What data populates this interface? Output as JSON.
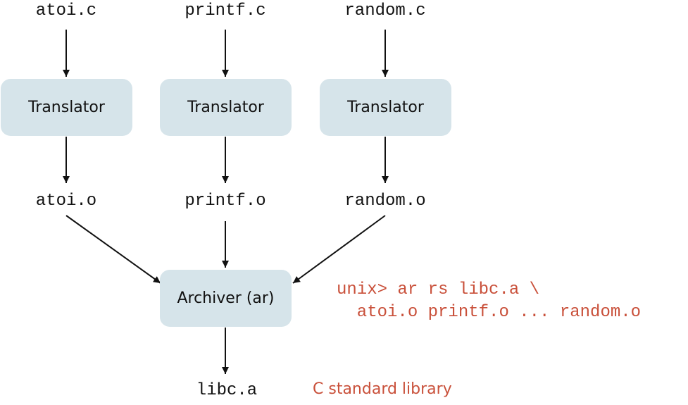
{
  "colors": {
    "box_fill": "#d6e4ea",
    "text": "#111111",
    "accent": "#c9503a"
  },
  "sources": [
    "atoi.c",
    "printf.c",
    "random.c"
  ],
  "translator_label": "Translator",
  "objects": [
    "atoi.o",
    "printf.o",
    "random.o"
  ],
  "archiver_label": "Archiver (ar)",
  "output": "libc.a",
  "output_note": "C standard library",
  "command": {
    "line1": "unix> ar rs libc.a \\",
    "line2": "  atoi.o printf.o ... random.o"
  }
}
